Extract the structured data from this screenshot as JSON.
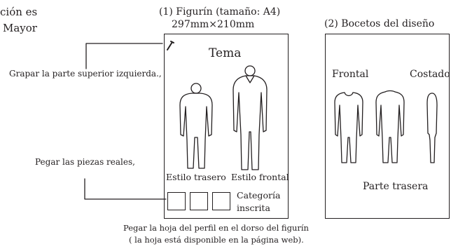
{
  "header": {
    "left_line1": "ción es",
    "left_line2": "Mayor"
  },
  "panel1": {
    "title": "(1) Figurín (tamaño: A4)",
    "size": "297mm×210mm",
    "tema": "Tema",
    "label_back": "Estilo trasero",
    "label_front": "Estilo frontal",
    "category_line1": "Categoría",
    "category_line2": "inscrita"
  },
  "panel2": {
    "title": "(2) Bocetos del diseño",
    "frontal": "Frontal",
    "costado": "Costado",
    "parte_trasera": "Parte trasera"
  },
  "annotations": {
    "staple": "Grapar la parte superior izquierda.,",
    "paste": "Pegar las piezas reales,",
    "bottom_line1": "Pegar la hoja del perfil en el dorso del figurín",
    "bottom_line2": "( la hoja está disponible en la página web)."
  }
}
